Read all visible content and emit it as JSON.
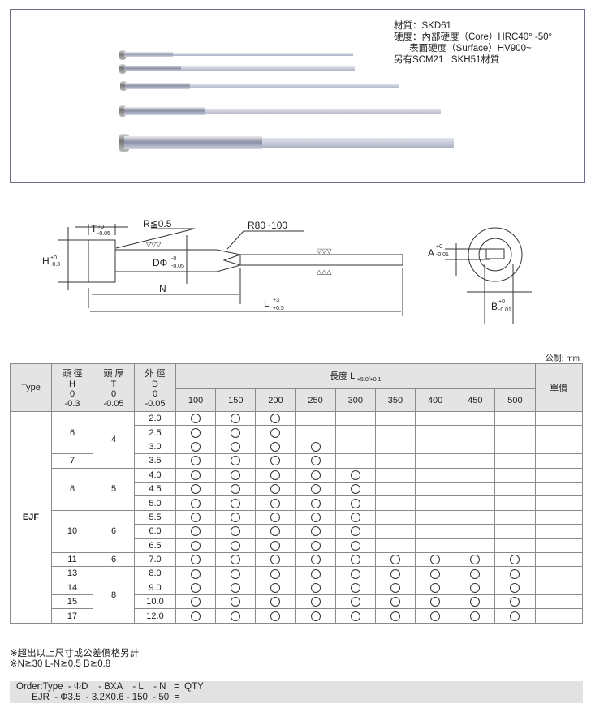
{
  "spec": {
    "material": "材質：SKD61",
    "hardness_core": "硬度：內部硬度（Core）HRC40° -50°",
    "hardness_surface": "      表面硬度（Surface）HV900~",
    "alternatives": "另有SCM21   SKH51材質"
  },
  "diagram": {
    "t_label": "T",
    "t_tol_upper": "+0",
    "t_tol_lower": "-0.05",
    "r_label": "R≦0.5",
    "r2_label": "R80~100",
    "h_label": "H",
    "h_tol_upper": "+0",
    "h_tol_lower": "-0.3",
    "d_label": "DΦ",
    "d_tol_upper": "-0",
    "d_tol_lower": "-0.05",
    "n_label": "N",
    "l_label": "L",
    "l_tol_upper": "+3",
    "l_tol_lower": "+0.5",
    "a_label": "A",
    "a_tol_upper": "+0",
    "a_tol_lower": "-0.01",
    "b_label": "B",
    "b_tol_upper": "+0",
    "b_tol_lower": "-0.01"
  },
  "unit": "公制: mm",
  "table": {
    "headers": {
      "type": "Type",
      "h_name": "頭 徑",
      "h_sym": "H",
      "h_tol1": "0",
      "h_tol2": "-0.3",
      "t_name": "頭 厚",
      "t_sym": "T",
      "t_tol1": "0",
      "t_tol2": "-0.05",
      "d_name": "外 徑",
      "d_sym": "D",
      "d_tol1": "0",
      "d_tol2": "-0.05",
      "length": "長度 L",
      "length_tol": "+5.0/+0.1",
      "price": "單價"
    },
    "lengths": [
      "100",
      "150",
      "200",
      "250",
      "300",
      "350",
      "400",
      "450",
      "500"
    ],
    "type_value": "EJF",
    "rows": [
      {
        "h": "6",
        "hspan": 3,
        "t": "4",
        "tspan": 4,
        "d": "2.0",
        "avail": 3
      },
      {
        "d": "2.5",
        "avail": 3
      },
      {
        "d": "3.0",
        "avail": 4
      },
      {
        "h": "7",
        "hspan": 1,
        "d": "3.5",
        "avail": 4
      },
      {
        "h": "8",
        "hspan": 3,
        "t": "5",
        "tspan": 3,
        "d": "4.0",
        "avail": 5
      },
      {
        "d": "4.5",
        "avail": 5
      },
      {
        "d": "5.0",
        "avail": 5
      },
      {
        "h": "10",
        "hspan": 3,
        "t": "6",
        "tspan": 3,
        "d": "5.5",
        "avail": 5
      },
      {
        "d": "6.0",
        "avail": 5
      },
      {
        "d": "6.5",
        "avail": 5
      },
      {
        "h": "11",
        "hspan": 1,
        "t": "6",
        "tspan": 1,
        "d": "7.0",
        "avail": 9
      },
      {
        "h": "13",
        "hspan": 1,
        "t": "8",
        "tspan": 5,
        "d": "8.0",
        "avail": 9
      },
      {
        "h": "14",
        "hspan": 1,
        "d": "9.0",
        "avail": 9
      },
      {
        "h": "15",
        "hspan": 1,
        "d": "10.0",
        "avail": 9
      },
      {
        "h": "17",
        "hspan": 1,
        "d": "12.0",
        "avail": 9
      }
    ]
  },
  "notes": [
    "※超出以上尺寸或公差價格另計",
    "※N≧30   L-N≧0.5   B≧0.8"
  ],
  "order": {
    "line1": "Order:Type  - ΦD    - BXA    - L    - N   =  QTY",
    "line2": "      EJR  - Φ3.5  - 3.2X0.6 - 150  - 50  ="
  }
}
